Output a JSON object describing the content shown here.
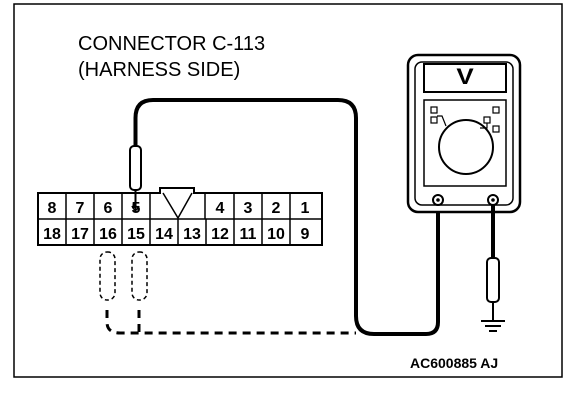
{
  "title": {
    "line1": "CONNECTOR C-113",
    "line2": "(HARNESS SIDE)"
  },
  "connector": {
    "top_row": [
      "8",
      "7",
      "6",
      "5",
      "4",
      "3",
      "2",
      "1"
    ],
    "bottom_row": [
      "18",
      "17",
      "16",
      "15",
      "14",
      "13",
      "12",
      "11",
      "10",
      "9"
    ]
  },
  "meter": {
    "mode_symbol": "V"
  },
  "figure_code": "AC600885 AJ",
  "icons": {
    "meter": "multimeter-icon",
    "ground": "ground-symbol-icon",
    "probe": "probe-icon"
  }
}
